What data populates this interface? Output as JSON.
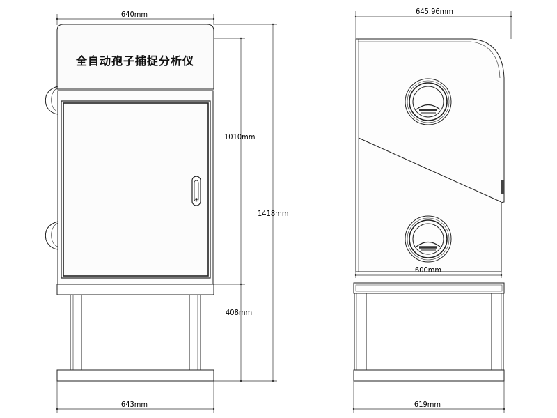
{
  "title": "全自动孢子捕捉分析仪",
  "front_view": {
    "width_top": "640mm",
    "width_bottom": "643mm",
    "height_cabinet": "1010mm",
    "height_total": "1418mm",
    "height_stand": "408mm"
  },
  "side_view": {
    "width_top": "645.96mm",
    "width_cabinet": "600mm",
    "width_bottom": "619mm"
  }
}
